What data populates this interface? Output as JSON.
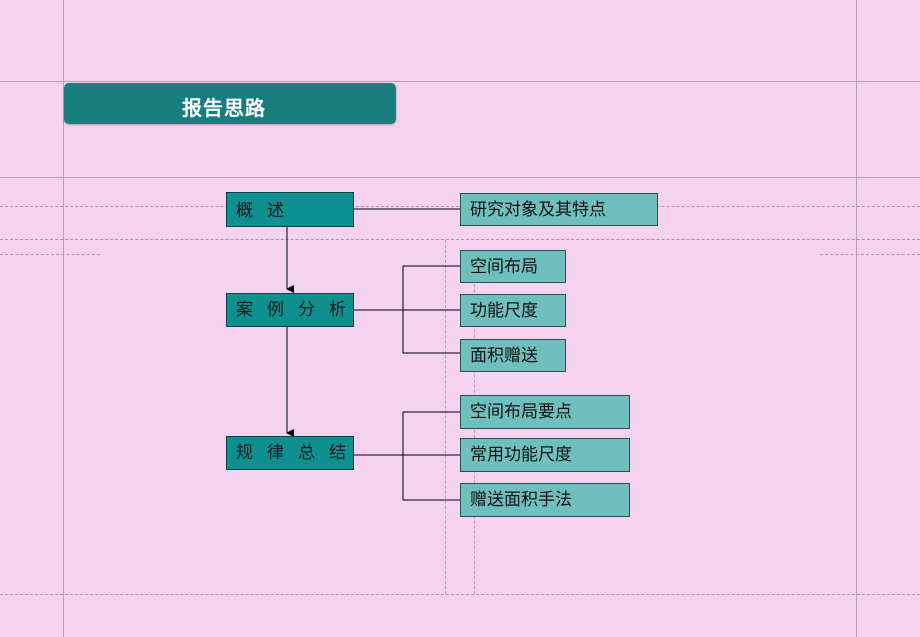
{
  "header": {
    "title": "报告思路"
  },
  "diagram": {
    "nodes": [
      {
        "id": "overview",
        "label": "概述"
      },
      {
        "id": "case-analysis",
        "label": "案例分析"
      },
      {
        "id": "summary",
        "label": "规律总结"
      }
    ],
    "leaves": {
      "overview": [
        "研究对象及其特点"
      ],
      "case-analysis": [
        "空间布局",
        "功能尺度",
        "面积赠送"
      ],
      "summary": [
        "空间布局要点",
        "常用功能尺度",
        "赠送面积手法"
      ]
    },
    "colors": {
      "background": "#f5d3f0",
      "title_bar": "#1a7d7d",
      "node_fill": "#0e9090",
      "leaf_fill": "#6fbfbf"
    }
  }
}
